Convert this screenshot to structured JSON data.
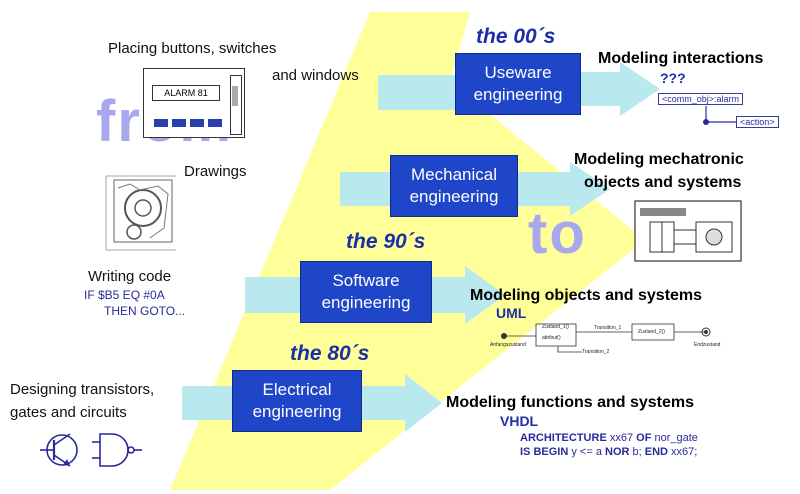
{
  "eras": {
    "e00": "the 00´s",
    "e90": "the 90´s",
    "e80": "the 80´s"
  },
  "boxes": {
    "useware": [
      "Useware",
      "engineering"
    ],
    "mechanical": [
      "Mechanical",
      "engineering"
    ],
    "software": [
      "Software",
      "engineering"
    ],
    "electrical": [
      "Electrical",
      "engineering"
    ]
  },
  "left": {
    "placing": [
      "Placing buttons, switches",
      "and windows"
    ],
    "alarm": "ALARM 81",
    "drawings": "Drawings",
    "writing_code": "Writing code",
    "code_line1": "IF $B5 EQ #0A",
    "code_line2": "THEN GOTO...",
    "designing": [
      "Designing transistors,",
      "gates and circuits"
    ]
  },
  "right": {
    "interactions": "Modeling interactions",
    "qmarks": "???",
    "comm_obj": "<comm_obj>:alarm",
    "action": "<action>",
    "mechatronic": [
      "Modeling mechatronic",
      "objects and systems"
    ],
    "objects": "Modeling objects and systems",
    "uml": "UML",
    "uml_state1": "Zustand_1()",
    "uml_attr": "attribut()",
    "uml_trans1": "Transition_1",
    "uml_state2": "Zustand_2()",
    "uml_trans2": "Transition_2",
    "uml_start": "Anfangszustand",
    "uml_end": "Endzustand",
    "functions": "Modeling functions and systems",
    "vhdl": "VHDL",
    "vhdl1": {
      "k1": "ARCHITECTURE",
      "t1": " xx67 ",
      "k2": "OF",
      "t2": " nor_gate"
    },
    "vhdl2": {
      "k1": "IS BEGIN",
      "t1": " y <= a ",
      "k2": "NOR",
      "t2": " b; ",
      "k3": "END",
      "t3": " xx67;"
    }
  },
  "watermark": {
    "from": "from",
    "to": "to"
  },
  "colors": {
    "arrow_yellow": "#ffff99",
    "arrow_cyan": "#b9e8ef",
    "box_blue": "#1f45c8",
    "era_text": "#1d2fa8"
  }
}
